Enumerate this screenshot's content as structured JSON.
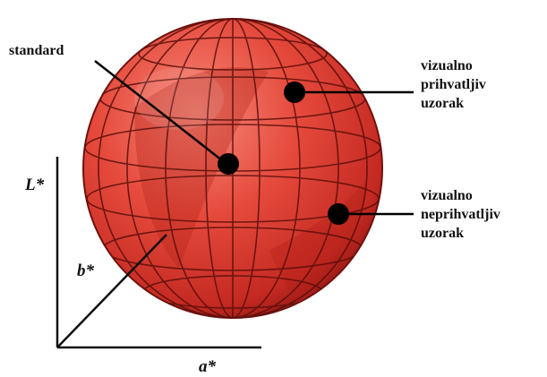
{
  "labels": {
    "standard": "standard",
    "acceptable": [
      "vizualno",
      "prihvatljiv",
      "uzorak"
    ],
    "unacceptable": [
      "vizualno",
      "neprihvatljiv",
      "uzorak"
    ]
  },
  "axes": {
    "l": "L*",
    "b": "b*",
    "a": "a*"
  },
  "colors": {
    "sphere_highlight": "#f57a6b",
    "sphere_base": "#e3372c",
    "sphere_shadow": "#8e1612",
    "grid_line": "#5a0f0c",
    "marker": "#000000",
    "text": "#111111"
  }
}
